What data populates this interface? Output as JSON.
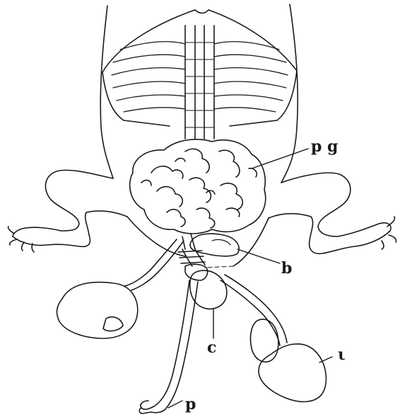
{
  "labels": {
    "pg": "p g",
    "b": "b",
    "c": "c",
    "i": "ι",
    "p": "p"
  },
  "colors": {
    "ink": "#1a1a1a",
    "paper": "#ffffff"
  }
}
